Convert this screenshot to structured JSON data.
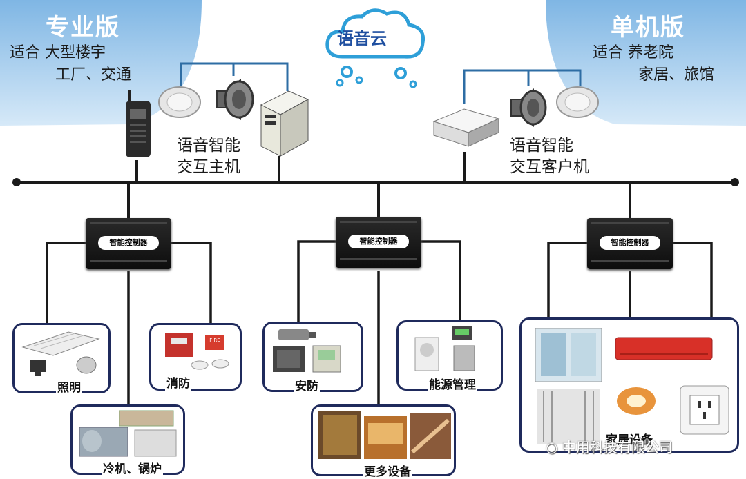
{
  "pro": {
    "title": "专业版",
    "line1": "适合  大型楼宇",
    "line2": "工厂、交通"
  },
  "single": {
    "title": "单机版",
    "line1": "适合  养老院",
    "line2": "家居、旅馆"
  },
  "cloud": {
    "label": "语音云"
  },
  "host": {
    "line1": "语音智能",
    "line2": "交互主机"
  },
  "client": {
    "line1": "语音智能",
    "line2": "交互客户机"
  },
  "controllers": {
    "label": "智能控制器"
  },
  "devices": {
    "lighting": "照明",
    "fire": "消防",
    "security": "安防",
    "energy": "能源管理",
    "hvac": "冷机、锅炉",
    "more": "更多设备",
    "home": "家居设备"
  },
  "fire_sign": "FIRE",
  "watermark": "中用科技有限公司",
  "colors": {
    "corner_bg": "#9cc8ec",
    "cloud_blue": "#2e9fd8",
    "box_border": "#1f2a5c",
    "wire": "#1a1a1a",
    "uplink": "#2e6da4"
  }
}
